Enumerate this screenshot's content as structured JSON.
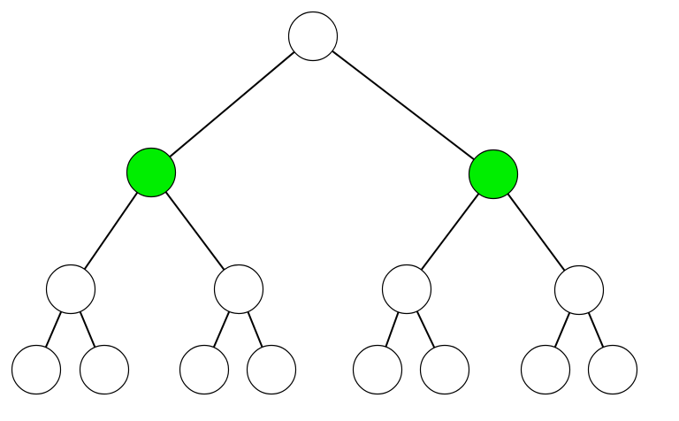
{
  "colors": {
    "background": "#ffffff",
    "default_node_fill": "#ffffff",
    "highlight_node_fill": "#00ee00",
    "edge": "#000000",
    "node_border": "#000000"
  },
  "tree": {
    "levels": 4,
    "nodes": [
      {
        "id": "n0",
        "level": 0,
        "parent": null,
        "highlighted": false
      },
      {
        "id": "n1",
        "level": 1,
        "parent": "n0",
        "highlighted": true
      },
      {
        "id": "n2",
        "level": 1,
        "parent": "n0",
        "highlighted": true
      },
      {
        "id": "n3",
        "level": 2,
        "parent": "n1",
        "highlighted": false
      },
      {
        "id": "n4",
        "level": 2,
        "parent": "n1",
        "highlighted": false
      },
      {
        "id": "n5",
        "level": 2,
        "parent": "n2",
        "highlighted": false
      },
      {
        "id": "n6",
        "level": 2,
        "parent": "n2",
        "highlighted": false
      },
      {
        "id": "n7",
        "level": 3,
        "parent": "n3",
        "highlighted": false
      },
      {
        "id": "n8",
        "level": 3,
        "parent": "n3",
        "highlighted": false
      },
      {
        "id": "n9",
        "level": 3,
        "parent": "n4",
        "highlighted": false
      },
      {
        "id": "n10",
        "level": 3,
        "parent": "n4",
        "highlighted": false
      },
      {
        "id": "n11",
        "level": 3,
        "parent": "n5",
        "highlighted": false
      },
      {
        "id": "n12",
        "level": 3,
        "parent": "n5",
        "highlighted": false
      },
      {
        "id": "n13",
        "level": 3,
        "parent": "n6",
        "highlighted": false
      },
      {
        "id": "n14",
        "level": 3,
        "parent": "n6",
        "highlighted": false
      }
    ]
  }
}
